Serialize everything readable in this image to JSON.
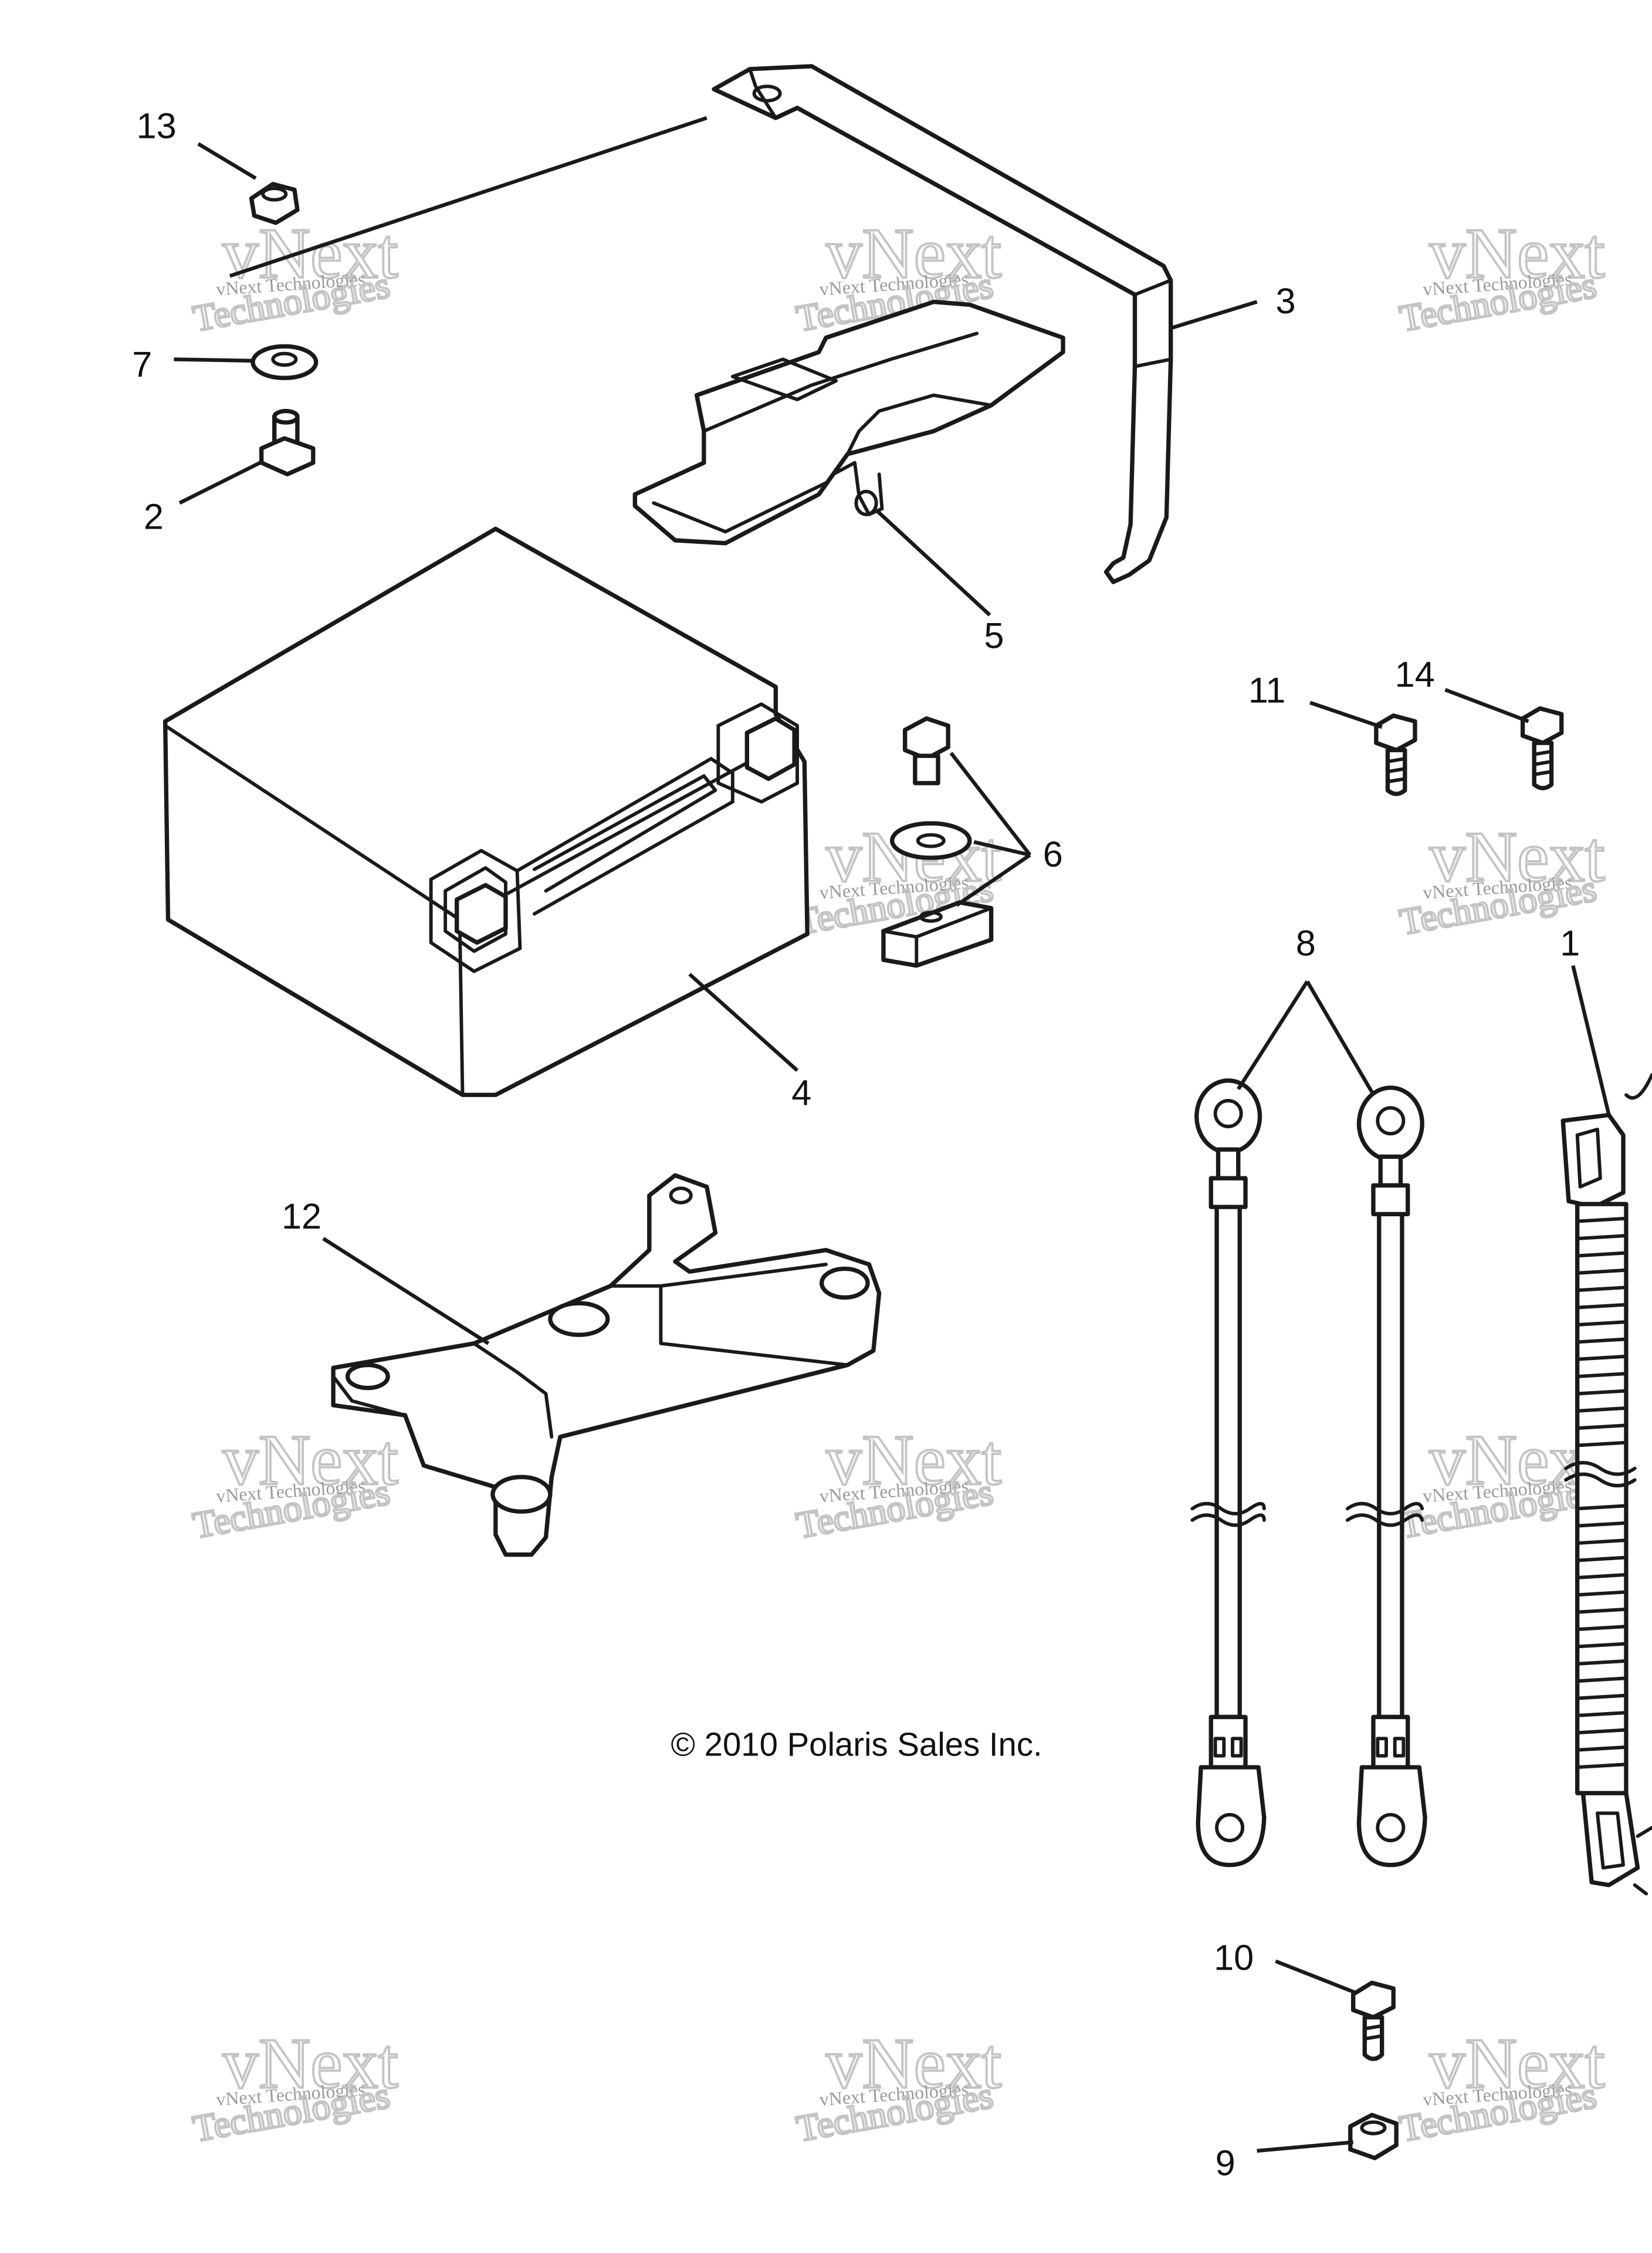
{
  "watermark": {
    "outline_word_top": "vNext",
    "small_line": "vNext Technologies",
    "outline_word_bottom": "Technologies"
  },
  "copyright": "© 2010 Polaris Sales Inc.",
  "callouts": [
    {
      "id": "1",
      "label": "1"
    },
    {
      "id": "2",
      "label": "2"
    },
    {
      "id": "3",
      "label": "3"
    },
    {
      "id": "4",
      "label": "4"
    },
    {
      "id": "5",
      "label": "5"
    },
    {
      "id": "6",
      "label": "6"
    },
    {
      "id": "7",
      "label": "7"
    },
    {
      "id": "8",
      "label": "8"
    },
    {
      "id": "9",
      "label": "9"
    },
    {
      "id": "10",
      "label": "10"
    },
    {
      "id": "11",
      "label": "11"
    },
    {
      "id": "12",
      "label": "12"
    },
    {
      "id": "13",
      "label": "13"
    },
    {
      "id": "14",
      "label": "14"
    }
  ]
}
